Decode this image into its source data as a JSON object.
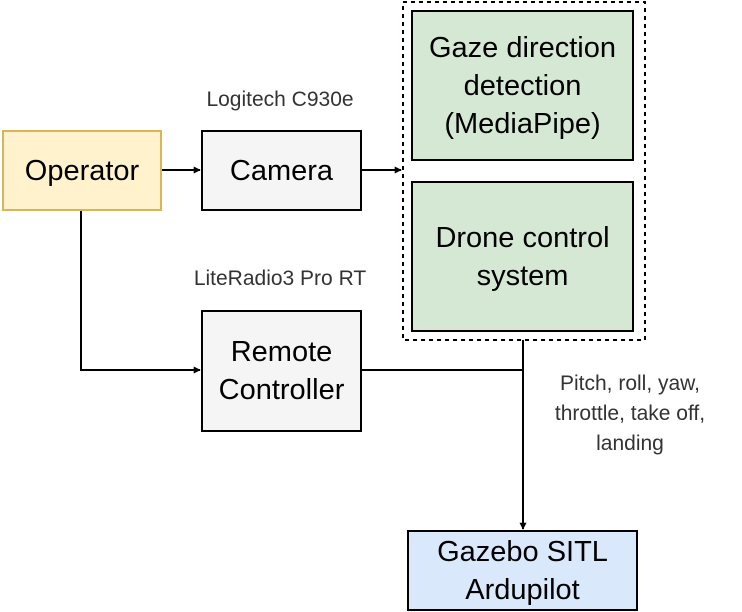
{
  "nodes": {
    "operator": "Operator",
    "camera": "Camera",
    "remote_controller": "Remote\nController",
    "gaze_detection": "Gaze direction\ndetection\n(MediaPipe)",
    "drone_control": "Drone control\nsystem",
    "gazebo": "Gazebo SITL\nArdupilot"
  },
  "labels": {
    "camera_model": "Logitech C930e",
    "controller_model": "LiteRadio3 Pro RT",
    "control_commands": "Pitch, roll, yaw,\nthrottle, take off,\nlanding"
  },
  "colors": {
    "operator_fill": "#fff2cc",
    "operator_border": "#d6b656",
    "neutral_fill": "#f5f5f5",
    "module_fill": "#d5e8d4",
    "sim_fill": "#dae8fc",
    "stroke": "#000000",
    "caption_text": "#333333"
  }
}
